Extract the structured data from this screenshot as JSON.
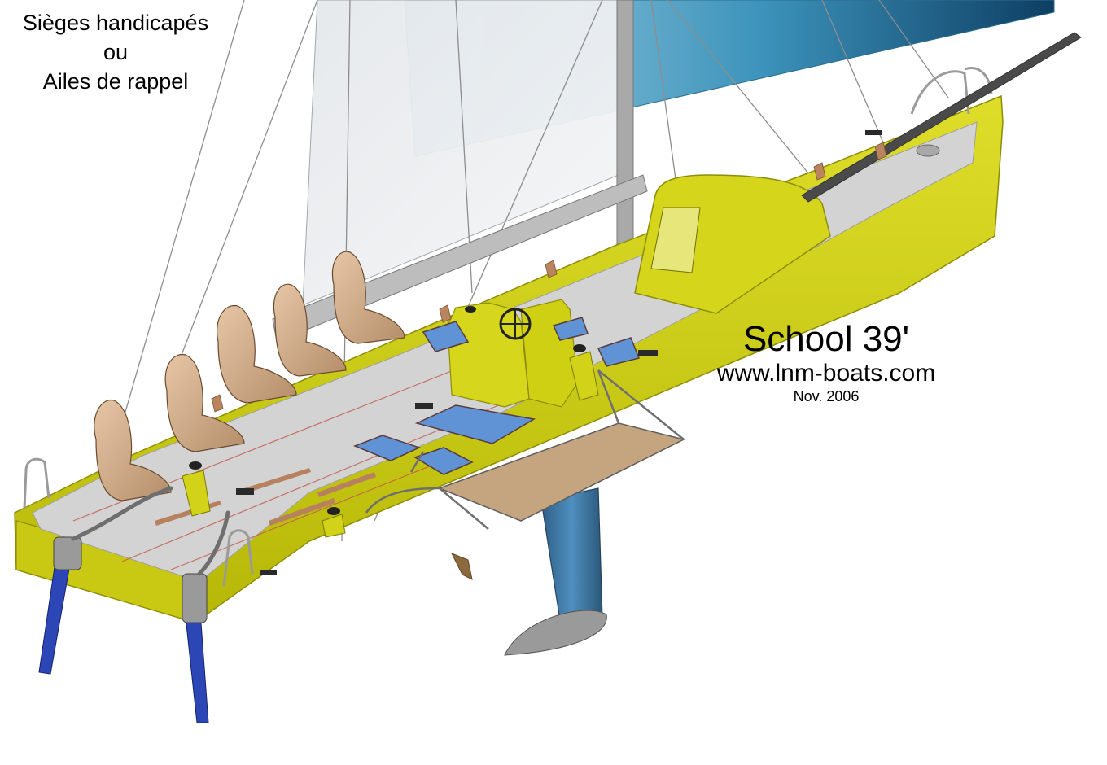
{
  "captions": {
    "seats_line1": "Sièges handicapés",
    "seats_line2": "ou",
    "seats_line3": "Ailes de rappel",
    "model": "School 39'",
    "website": "www.lnm-boats.com",
    "date": "Nov. 2006"
  },
  "colors": {
    "hull": "#c8c80c",
    "deck": "#cfcfcf",
    "mainsail": "#2e7fa6",
    "seat": "#d4b18e",
    "keel": "#3a6e96",
    "rudder": "#2b3ea8"
  }
}
